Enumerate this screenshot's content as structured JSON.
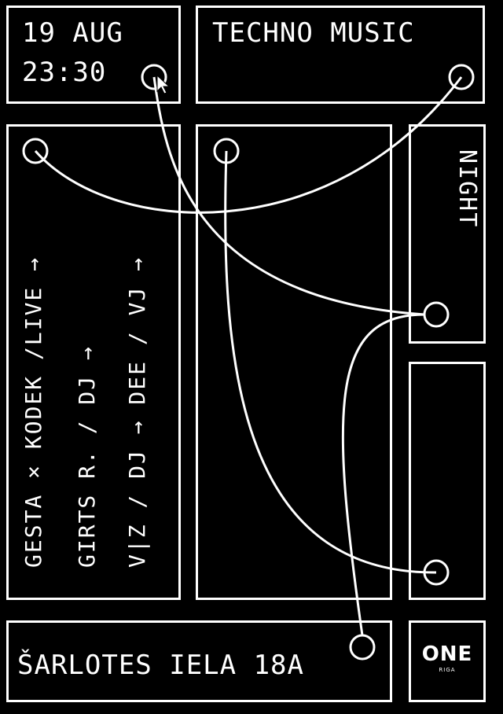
{
  "poster": {
    "date": "19 AUG",
    "time": "23:30",
    "genre": "TECHNO MUSIC",
    "night": "NIGHT",
    "lineup": [
      "GESTA × KODEK /LIVE →",
      "GIRTS R. / DJ →",
      "V|Z / DJ → DEE / VJ →"
    ],
    "address": "ŠARLOTES IELA 18A",
    "logo": {
      "name": "ONE",
      "sub": "RIGA"
    }
  },
  "colors": {
    "background": "#000000",
    "foreground": "#ffffff"
  },
  "icons": [
    "cursor-arrow-icon",
    "connector-node-icon"
  ]
}
